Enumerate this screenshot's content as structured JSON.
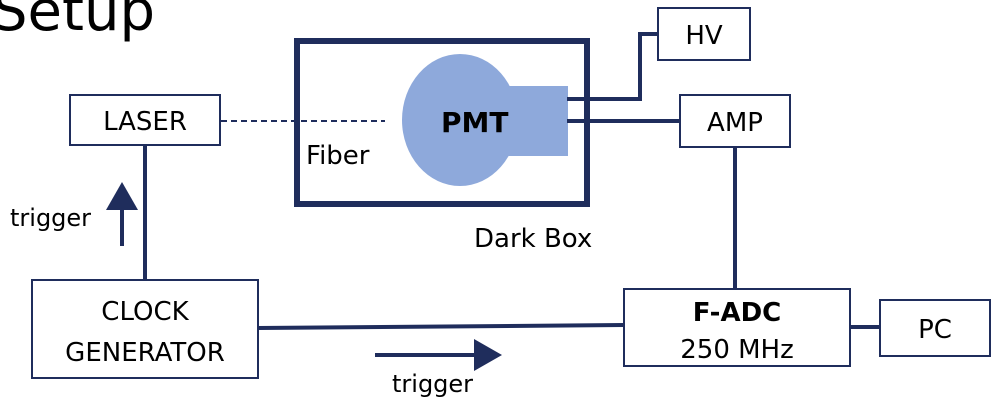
{
  "title": "Setup",
  "colors": {
    "line": "#1f2d5c",
    "pmt_fill": "#8ea9db",
    "text": "#000000",
    "background": "#ffffff"
  },
  "components": {
    "laser": "LASER",
    "hv": "HV",
    "amp": "AMP",
    "pmt": "PMT",
    "fiber": "Fiber",
    "dark_box": "Dark Box",
    "clock_generator_line1": "CLOCK",
    "clock_generator_line2": "GENERATOR",
    "fadc_line1": "F-ADC",
    "fadc_line2": "250 MHz",
    "pc": "PC"
  },
  "signals": {
    "trigger_left": "trigger",
    "trigger_bottom": "trigger"
  }
}
